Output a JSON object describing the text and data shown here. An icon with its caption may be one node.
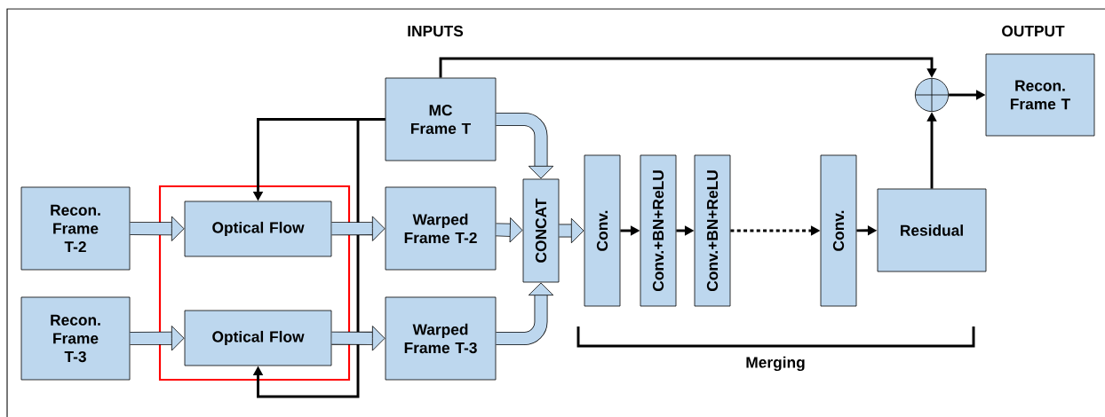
{
  "diagram": {
    "nodes": [
      {
        "text": [
          "Recon. Frame T-2"
        ]
      },
      {
        "text": [
          "Recon. Frame T-3"
        ]
      },
      {
        "text": [],
        "shape": "box"
      },
      {
        "text": [
          "Optical Flow"
        ],
        "in": 2
      },
      {
        "text": [
          "Optical Flow"
        ],
        "in": 2
      },
      {
        "text": [
          "MC Frame T"
        ]
      },
      {
        "text": [
          "Warped Frame T-2"
        ]
      },
      {
        "text": [
          "Warped Frame T-3"
        ]
      },
      {
        "text": [
          "CONCAT"
        ]
      },
      {
        "text": [
          "Conv."
        ]
      },
      {
        "text": [
          "Conv.+BN+ReLU"
        ]
      },
      {
        "text": [
          "Conv.+BN+ReLU"
        ]
      },
      {
        "text": [
          "Conv."
        ]
      },
      {
        "text": [
          "Residual"
        ]
      },
      {
        "text": [],
        "shape": "circle"
      },
      {
        "text": [
          "Recon. Frame T"
        ]
      }
    ],
    "edges": [
      {
        "from": 0,
        "to": 3,
        "arrow": "to",
        "style": "thick"
      },
      {
        "from": 1,
        "to": 4,
        "arrow": "to",
        "style": "thick"
      },
      {
        "from": 5,
        "to": 3,
        "arrow": "to"
      },
      {
        "from": 5,
        "to": 4,
        "arrow": "to"
      },
      {
        "from": 3,
        "to": 6,
        "arrow": "to",
        "style": "thick"
      },
      {
        "from": 4,
        "to": 7,
        "arrow": "to",
        "style": "thick"
      },
      {
        "from": 5,
        "to": 8,
        "arrow": "to",
        "style": "thick"
      },
      {
        "from": 6,
        "to": 8,
        "arrow": "to",
        "style": "thick"
      },
      {
        "from": 7,
        "to": 8,
        "arrow": "to",
        "style": "thick"
      },
      {
        "from": 8,
        "to": 9,
        "arrow": "to",
        "style": "thick"
      },
      {
        "from": 9,
        "to": 10,
        "arrow": "to"
      },
      {
        "from": 10,
        "to": 11,
        "arrow": "to"
      },
      {
        "from": 11,
        "to": 12,
        "arrow": "to",
        "style": "dashed"
      },
      {
        "from": 12,
        "to": 13,
        "arrow": "to"
      },
      {
        "from": 5,
        "to": 14,
        "arrow": "to"
      },
      {
        "from": 13,
        "to": 14,
        "arrow": "to"
      },
      {
        "from": 14,
        "to": 15,
        "arrow": "to"
      }
    ],
    "labels": [
      "INPUTS",
      "OUTPUT",
      "Merging"
    ]
  }
}
